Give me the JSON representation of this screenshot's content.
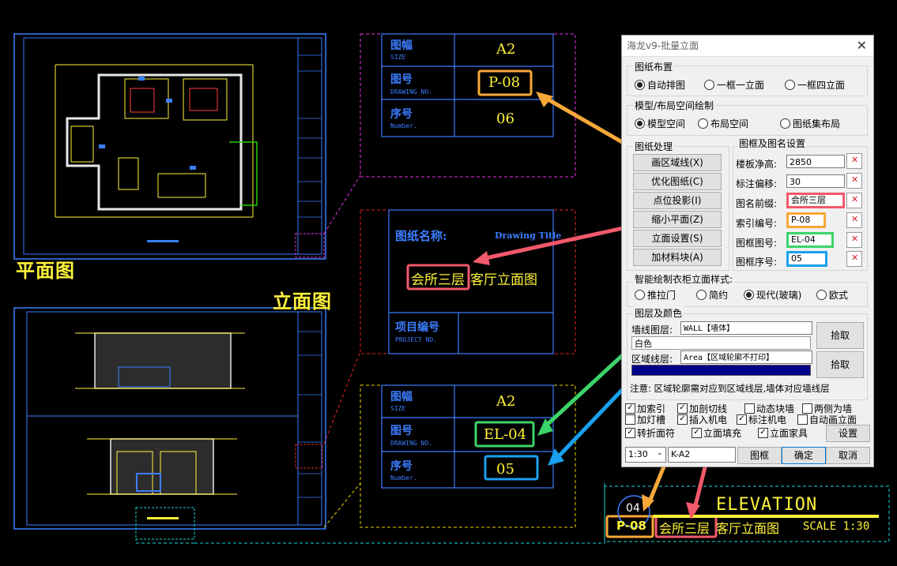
{
  "labels": {
    "plan": "平面图",
    "elevation": "立面图"
  },
  "title_block_1": {
    "size_cn": "图幅",
    "size_en": "SIZE",
    "size_val": "A2",
    "no_cn": "图号",
    "no_en": "DRAWING NO.",
    "no_val": "P-08",
    "seq_cn": "序号",
    "seq_en": "Number.",
    "seq_val": "06"
  },
  "title_block_name": {
    "name_cn": "图纸名称:",
    "name_en": "Drawing Title",
    "prefix": "会所三层",
    "suffix": "客厅立面图",
    "proj_cn": "项目编号",
    "proj_en": "PROJECT NO."
  },
  "title_block_2": {
    "size_cn": "图幅",
    "size_en": "SIZE",
    "size_val": "A2",
    "no_cn": "图号",
    "no_en": "DRAWING NO.",
    "no_val": "EL-04",
    "seq_cn": "序号",
    "seq_en": "Number.",
    "seq_val": "05"
  },
  "elev_tag": {
    "num": "04",
    "ref": "P-08",
    "prefix": "会所三层",
    "suffix": "客厅立面图",
    "title": "ELEVATION",
    "scale": "SCALE 1:30"
  },
  "dialog": {
    "title": "海龙v9-批量立面",
    "close": "✕",
    "layout_group": "图纸布置",
    "layout_opts": [
      "自动排图",
      "一框一立面",
      "一框四立面"
    ],
    "space_group": "模型/布局空间绘制",
    "space_opts": [
      "模型空间",
      "布局空间",
      "图纸集布局"
    ],
    "proc_group": "图纸处理",
    "proc_buttons": [
      "画区域线(X)",
      "优化图纸(C)",
      "点位投影(I)",
      "缩小平面(Z)",
      "立面设置(S)",
      "加材料块(A)"
    ],
    "frame_group": "图框及图名设置",
    "fields": [
      {
        "label": "楼板净高:",
        "value": "2850"
      },
      {
        "label": "标注偏移:",
        "value": "30"
      },
      {
        "label": "图名前缀:",
        "value": "会所三层"
      },
      {
        "label": "索引编号:",
        "value": "P-08"
      },
      {
        "label": "图框图号:",
        "value": "EL-04"
      },
      {
        "label": "图框序号:",
        "value": "05"
      }
    ],
    "style_group": "智能绘制衣柜立面样式:",
    "style_opts": [
      "推拉门",
      "简约",
      "现代(玻璃)",
      "欧式"
    ],
    "layer_group": "图层及颜色",
    "wall_label": "墙线图层:",
    "wall_value": "WALL【墙体】",
    "color_value": "白色",
    "area_label": "区域线层:",
    "area_value": "Area【区域轮廓不打印】",
    "pick_btn": "拾取",
    "note": "注意: 区域轮廓需对应到区域线层,墙体对应墙线层",
    "checks": [
      {
        "label": "加索引",
        "on": true
      },
      {
        "label": "加剖切线",
        "on": true
      },
      {
        "label": "动态块墙",
        "on": false
      },
      {
        "label": "两侧为墙",
        "on": false
      },
      {
        "label": "加灯槽",
        "on": false
      },
      {
        "label": "插入机电",
        "on": true
      },
      {
        "label": "标注机电",
        "on": true
      },
      {
        "label": "自动画立面",
        "on": false
      },
      {
        "label": "转折面符",
        "on": true
      },
      {
        "label": "立面填充",
        "on": true
      },
      {
        "label": "立面家具",
        "on": true
      }
    ],
    "settings_btn": "设置",
    "scale_value": "1:30",
    "frame_value": "K-A2",
    "frame_btn": "图框",
    "ok_btn": "确定",
    "cancel_btn": "取消"
  },
  "colors": {
    "cad_blue": "#3b7dff",
    "cad_yellow": "#fff33a",
    "magenta": "#e82fe8",
    "red_dash": "#e82525",
    "yellow_dash": "#e6d200",
    "cyan_dash": "#18d6d6",
    "hl_orange": "#f7a838",
    "hl_red": "#f2596b",
    "hl_green": "#3cd46a",
    "hl_blue": "#1aa0ee"
  }
}
